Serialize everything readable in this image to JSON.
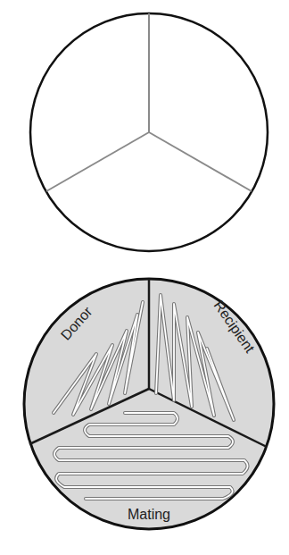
{
  "diagram": {
    "nodes": [
      {
        "text": [
          "Donor"
        ]
      },
      {
        "text": [
          "Recipient"
        ]
      },
      {
        "text": [
          "Mating"
        ]
      }
    ]
  }
}
